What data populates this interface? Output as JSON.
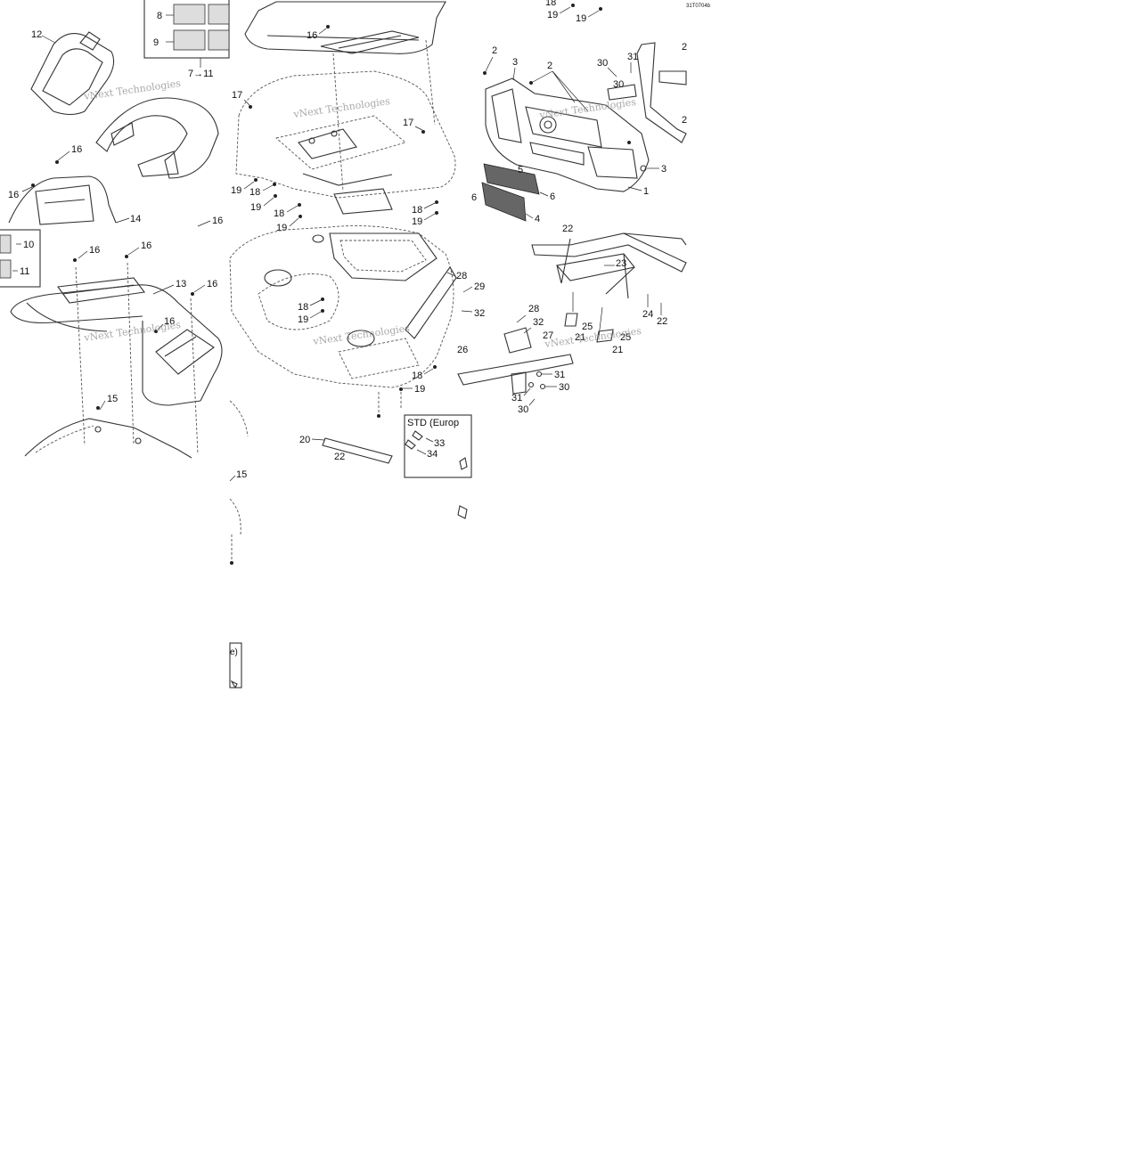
{
  "drawing_code": "31T0704b",
  "watermark": "vNext Technologies",
  "inset_label": "STD (Europ",
  "inset_label_partial": "e)",
  "callouts": {
    "c1": "1",
    "c2": "2",
    "c3": "3",
    "c4": "4",
    "c5": "5",
    "c6": "6",
    "c7_11": "7→11",
    "c8": "8",
    "c9": "9",
    "c10": "10",
    "c11": "11",
    "c12": "12",
    "c13": "13",
    "c14": "14",
    "c15": "15",
    "c16": "16",
    "c17": "17",
    "c18": "18",
    "c19": "19",
    "c20": "20",
    "c21": "21",
    "c22": "22",
    "c23": "23",
    "c24": "24",
    "c25": "25",
    "c26": "26",
    "c27": "27",
    "c28": "28",
    "c29": "29",
    "c30": "30",
    "c31": "31",
    "c32": "32",
    "c33": "33",
    "c34": "34"
  },
  "colors": {
    "line": "#333333",
    "watermark": "#9a9a9a",
    "background": "#ffffff"
  }
}
